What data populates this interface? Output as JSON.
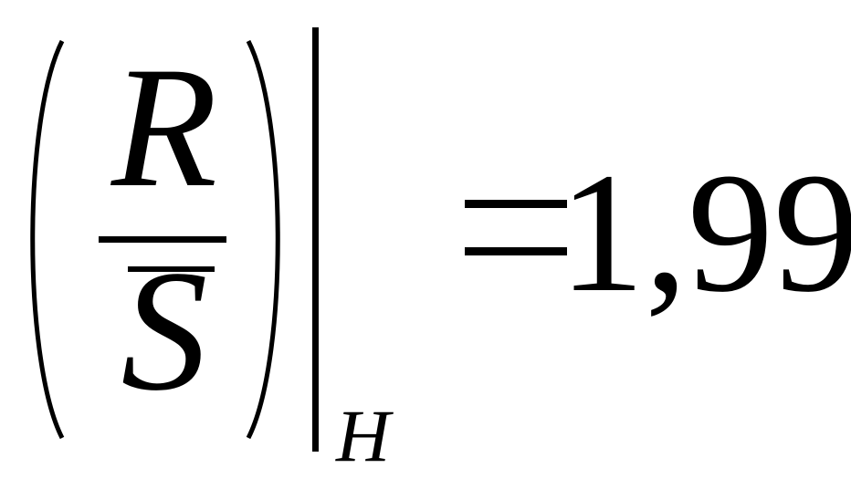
{
  "formula": {
    "numerator": "R",
    "denominator": "S",
    "subscript": "H",
    "relation": "=",
    "value": "1,99"
  }
}
